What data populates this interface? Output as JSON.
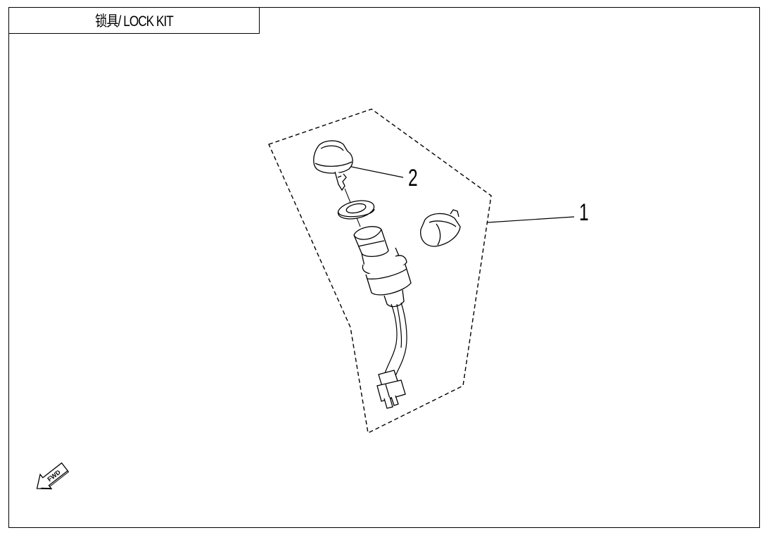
{
  "title": "锁具/ LOCK KIT",
  "callouts": [
    {
      "id": "1",
      "label": "1"
    },
    {
      "id": "2",
      "label": "2"
    }
  ],
  "forward_indicator": {
    "label": "FWD",
    "icon": "forward-arrow-icon"
  }
}
